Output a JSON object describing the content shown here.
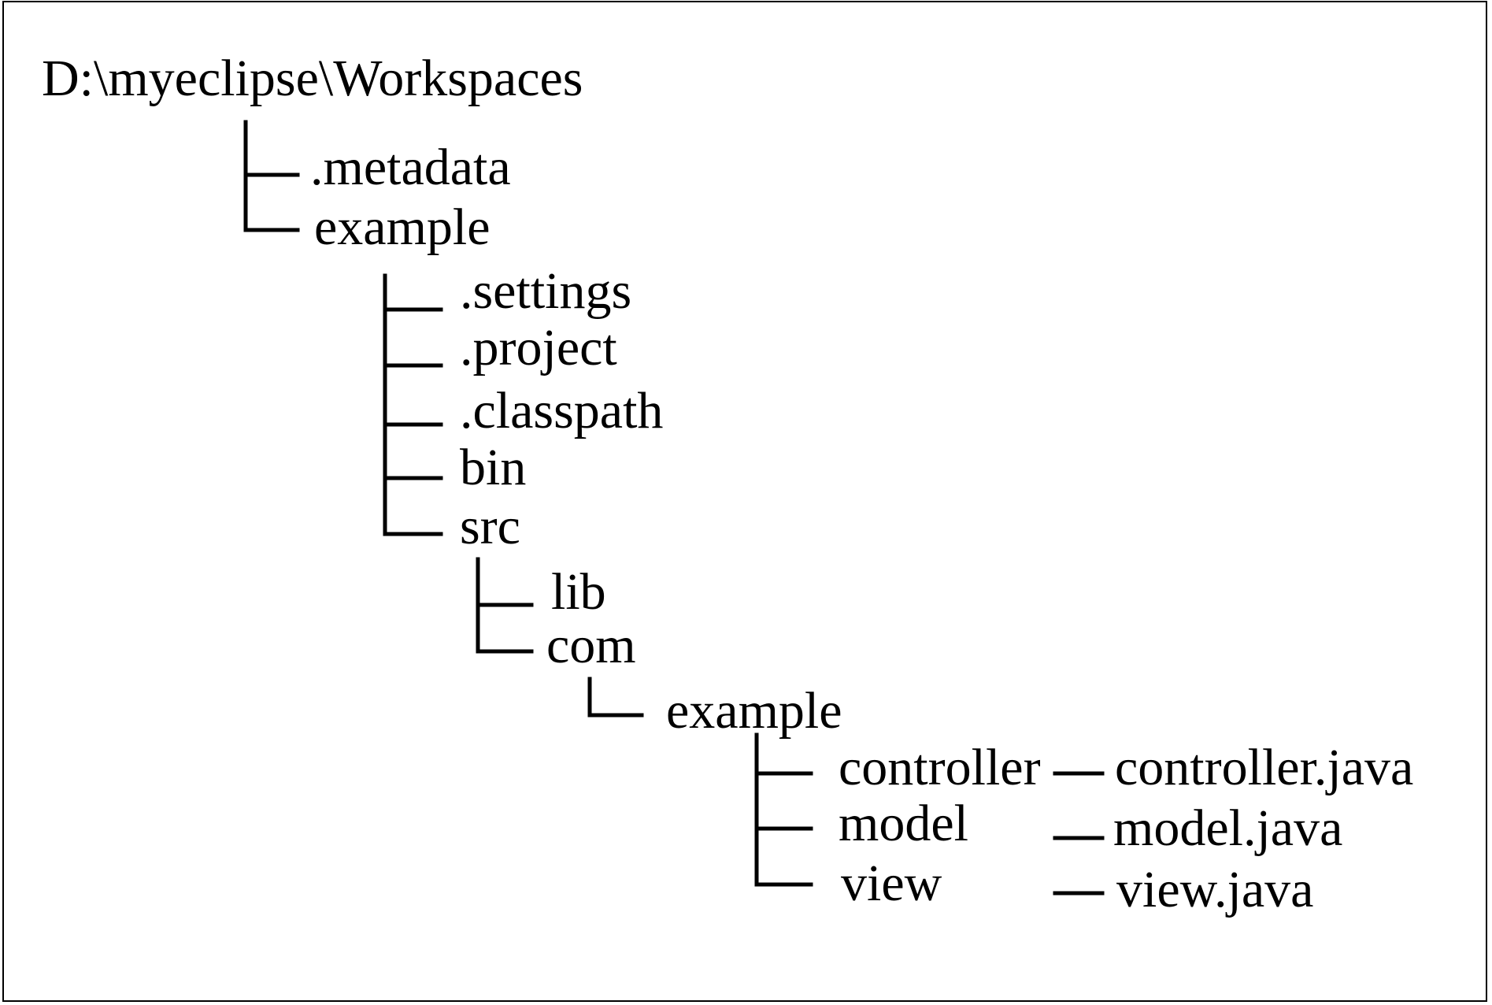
{
  "tree": {
    "root": "D:\\myeclipse\\Workspaces",
    "metadata": ".metadata",
    "project": "example",
    "settings": ".settings",
    "project_file": ".project",
    "classpath": ".classpath",
    "bin": "bin",
    "src": "src",
    "lib": "lib",
    "com": "com",
    "package": "example",
    "controller": "controller",
    "model": "model",
    "view": "view",
    "controller_file": "controller.java",
    "model_file": "model.java",
    "view_file": "view.java"
  },
  "colors": {
    "line": "#000000",
    "text": "#000000",
    "background": "#ffffff"
  }
}
